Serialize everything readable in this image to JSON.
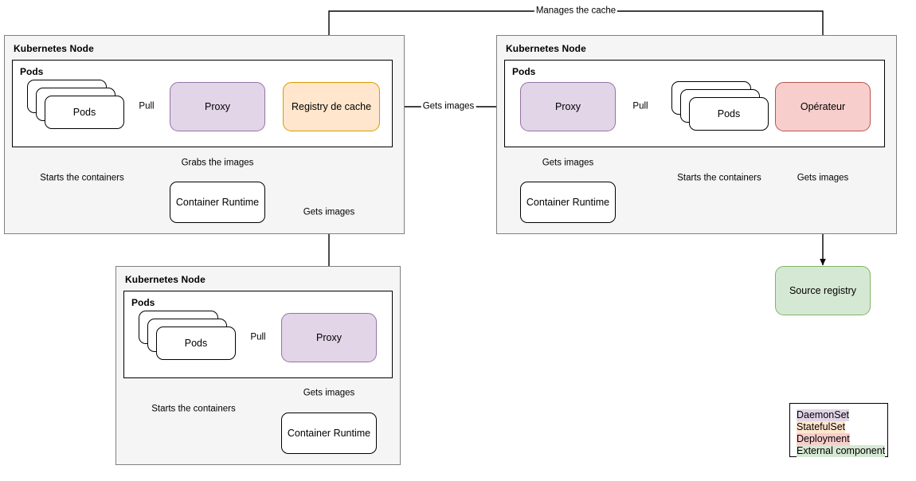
{
  "diagram": {
    "title_none": "",
    "nodes": [
      {
        "id": "node-left",
        "label": "Kubernetes Node",
        "pods_group_label": "Pods",
        "pods_stack_label": "Pods",
        "proxy_label": "Proxy",
        "registry_label": "Registry de cache",
        "runtime_label": "Container Runtime"
      },
      {
        "id": "node-right",
        "label": "Kubernetes Node",
        "pods_group_label": "Pods",
        "pods_stack_label": "Pods",
        "proxy_label": "Proxy",
        "operator_label": "Opérateur",
        "runtime_label": "Container Runtime"
      },
      {
        "id": "node-bottom",
        "label": "Kubernetes Node",
        "pods_group_label": "Pods",
        "pods_stack_label": "Pods",
        "proxy_label": "Proxy",
        "runtime_label": "Container Runtime"
      }
    ],
    "external": {
      "source_registry_label": "Source registry"
    },
    "edge_labels": {
      "manages_the_cache": "Manages the cache",
      "left_pull": "Pull",
      "left_starts_the_containers": "Starts the containers",
      "left_grabs_the_images": "Grabs the images",
      "left_gets_images_down": "Gets images",
      "between_gets_images": "Gets images",
      "right_pull": "Pull",
      "right_gets_images": "Gets images",
      "right_starts_the_containers": "Starts the containers",
      "right_operator_gets_images": "Gets images",
      "bottom_pull": "Pull",
      "bottom_starts_the_containers": "Starts the containers",
      "bottom_gets_images": "Gets images"
    },
    "legend": {
      "items": [
        {
          "label": "DaemonSet",
          "color": "#e1d5e7"
        },
        {
          "label": "StatefulSet",
          "color": "#ffe6cc"
        },
        {
          "label": "Deployment",
          "color": "#f8cecc"
        },
        {
          "label": "External component",
          "color": "#d5e8d4"
        }
      ]
    },
    "colors": {
      "node_bg": "#f5f5f5",
      "node_border": "#808080",
      "daemonset": "#e1d5e7",
      "daemonset_border": "#9673a6",
      "statefulset": "#ffe6cc",
      "statefulset_border": "#d79b00",
      "deployment": "#f8cecc",
      "deployment_border": "#b85450",
      "external": "#d5e8d4",
      "external_border": "#82b366",
      "line": "#000000"
    }
  }
}
